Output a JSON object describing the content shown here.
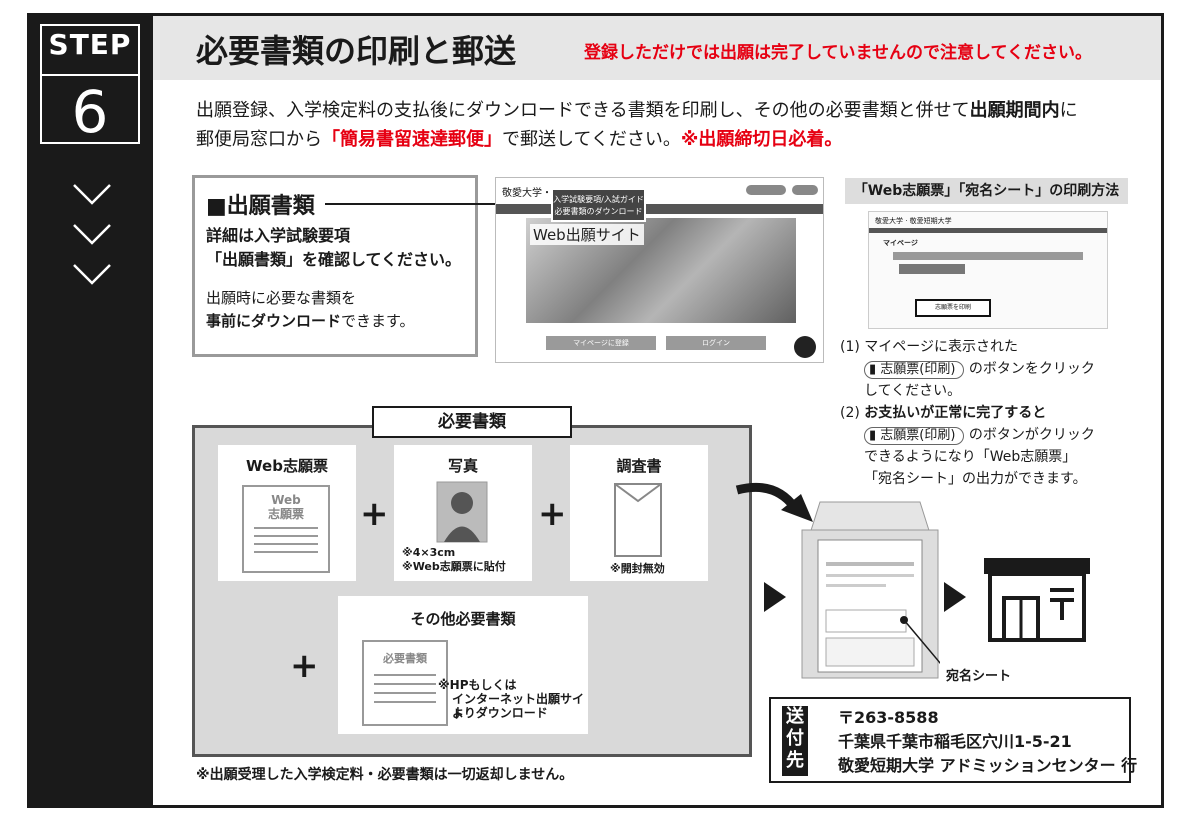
{
  "step": {
    "word": "STEP",
    "number": "6"
  },
  "header": {
    "title": "必要書類の印刷と郵送",
    "warning": "登録しただけでは出願は完了していませんので注意してください。"
  },
  "intro": {
    "line1_a": "出願登録、入学検定料の支払後にダウンロードできる書類を印刷し、その他の必要書類と併せて",
    "line1_b": "出願期間内",
    "line1_c": "に",
    "line2_a": "郵便局窓口から",
    "line2_b": "「簡易書留速達郵便」",
    "line2_c": "で郵送してください。",
    "line2_d": "※出願締切日必着。"
  },
  "application_docs": {
    "heading": "■出願書類",
    "line1": "詳細は入学試験要項",
    "line2": "「出願書類」を確認してください。",
    "line3": "出願時に必要な書類を",
    "line4_a": "事前にダウンロード",
    "line4_b": "できます。"
  },
  "web_site": {
    "logo": "敬愛大学・",
    "callout": [
      "入学試験要項/入試ガイド",
      "必要書類のダウンロード"
    ],
    "title": "Web出願サイト",
    "btn1": "マイページに登録",
    "btn2": "ログイン"
  },
  "print_method": {
    "heading": "「Web志願票」「宛名シート」の印刷方法",
    "shot_logo": "敬愛大学 · 敬愛短期大学",
    "shot_page": "マイページ",
    "shot_btn": "志願票を印刷",
    "n1": "(1)",
    "s1_a": "マイページに表示された",
    "pill": "志願票(印刷)",
    "s1_b": "のボタンをクリック",
    "s1_c": "してください。",
    "n2": "(2)",
    "s2_a": "お支払いが正常に完了すると",
    "s2_b": "のボタンがクリック",
    "s2_c": "できるようになり「Web志願票」",
    "s2_d": "「宛名シート」の出力ができます。"
  },
  "required": {
    "title": "必要書類",
    "web_form": {
      "label": "Web志願票",
      "doc_text": "Web\n志願票"
    },
    "photo": {
      "label": "写真",
      "note1": "※4×3cm",
      "note2": "※Web志願票に貼付"
    },
    "survey": {
      "label": "調査書",
      "note": "※開封無効"
    },
    "other": {
      "label": "その他必要書類",
      "doc_text": "必要書類",
      "note1": "※HPもしくは",
      "note2": "インターネット出願サイト",
      "note3": "よりダウンロード"
    }
  },
  "footer_note": "※出願受理した入学検定料・必要書類は一切返却しません。",
  "atena_label": "宛名シート",
  "address": {
    "tag": "送付先",
    "postal": "〒263-8588",
    "line1": "千葉県千葉市稲毛区穴川1-5-21",
    "line2": "敬愛短期大学 アドミッションセンター 行"
  }
}
